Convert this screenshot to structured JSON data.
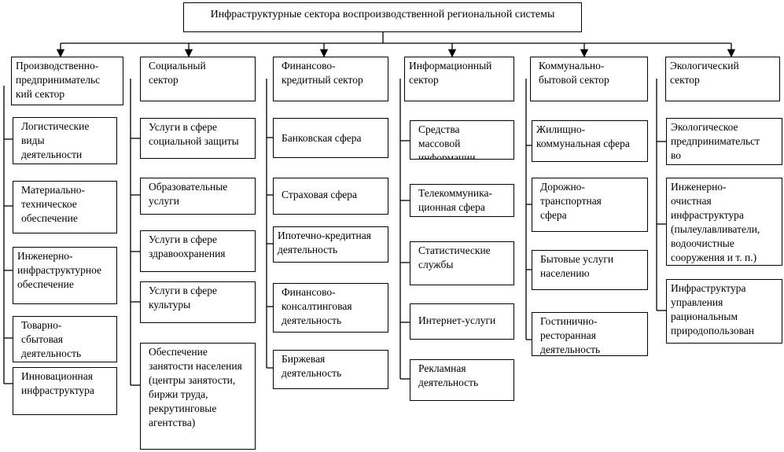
{
  "root": "Инфраструктурные сектора воспроизводственной региональной системы",
  "columns": [
    {
      "title": "Производственно-\nпредпринимательс\nкий сектор",
      "items": [
        "Логистические\nвиды\nдеятельности",
        "Материально-\nтехническое\nобеспечение",
        "Инженерно-\nинфраструктурное\nобеспечение",
        "Товарно-\nсбытовая\nдеятельность",
        "Инновационная\nинфраструктура"
      ]
    },
    {
      "title": "Социальный\nсектор",
      "items": [
        "Услуги в сфере\nсоциальной защиты",
        "Образовательные\nуслуги",
        "Услуги в сфере\nздравоохранения",
        "Услуги в сфере\nкультуры",
        "Обеспечение\nзанятости населения\n(центры  занятости,\nбиржи труда,\nрекрутинговые\nагентства)"
      ]
    },
    {
      "title": "Финансово-\nкредитный сектор",
      "items": [
        "Банковская сфера",
        "Страховая сфера",
        "Ипотечно-кредитная\nдеятельность",
        "Финансово-\nконсалтинговая\nдеятельность",
        "Биржевая\nдеятельность"
      ]
    },
    {
      "title": "Информационный\nсектор",
      "items": [
        "Средства\nмассовой\nинформации",
        "Телекоммуника-\nционная сфера",
        "Статистические\nслужбы",
        "Интернет-услуги",
        "Рекламная\nдеятельность"
      ]
    },
    {
      "title": "Коммунально-\nбытовой сектор",
      "items": [
        "Жилищно-\nкоммунальная сфера",
        "Дорожно-\nтранспортная\nсфера",
        "Бытовые услуги\nнаселению",
        "Гостинично-\nресторанная\nдеятельность"
      ]
    },
    {
      "title": "Экологический\nсектор",
      "items": [
        "Экологическое\nпредпринимательст\nво",
        "Инженерно-\nочистная\nинфраструктура\n(пылеулавливатели,\nводоочистные\nсооружения и т. п.)",
        "Инфраструктура\nуправления\nрациональным\nприродопользован"
      ]
    }
  ]
}
